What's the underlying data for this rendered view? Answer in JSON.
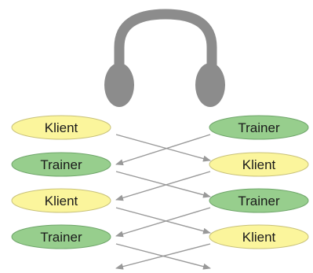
{
  "colors": {
    "klient_fill": "#fbf59c",
    "klient_stroke": "#c9c27a",
    "trainer_fill": "#97ce8d",
    "trainer_stroke": "#6fa66a",
    "headphones": "#8c8c8c",
    "arrow": "#999999"
  },
  "icon": "headphones-icon",
  "left_column": [
    {
      "role": "klient",
      "label": "Klient"
    },
    {
      "role": "trainer",
      "label": "Trainer"
    },
    {
      "role": "klient",
      "label": "Klient"
    },
    {
      "role": "trainer",
      "label": "Trainer"
    }
  ],
  "right_column": [
    {
      "role": "trainer",
      "label": "Trainer"
    },
    {
      "role": "klient",
      "label": "Klient"
    },
    {
      "role": "trainer",
      "label": "Trainer"
    },
    {
      "role": "klient",
      "label": "Klient"
    }
  ]
}
